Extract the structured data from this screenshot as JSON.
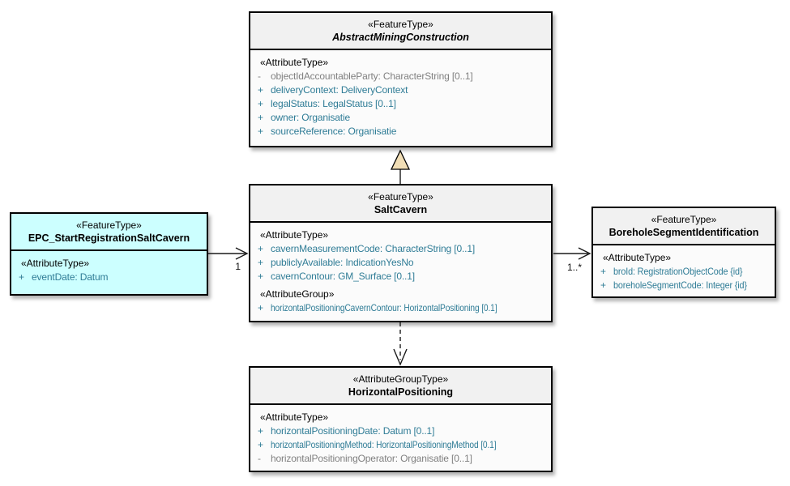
{
  "diagram": {
    "classes": [
      {
        "stereotype": "«FeatureType»",
        "name": "AbstractMiningConstruction",
        "attr_header": "«AttributeType»",
        "rows": [
          {
            "vis": "-",
            "text": "objectIdAccountableParty: CharacterString [0..1]"
          },
          {
            "vis": "+",
            "text": "deliveryContext: DeliveryContext"
          },
          {
            "vis": "+",
            "text": "legalStatus: LegalStatus [0..1]"
          },
          {
            "vis": "+",
            "text": "owner: Organisatie"
          },
          {
            "vis": "+",
            "text": "sourceReference: Organisatie"
          }
        ]
      },
      {
        "stereotype": "«FeatureType»",
        "name": "SaltCavern",
        "attr_header": "«AttributeType»",
        "rows": [
          {
            "vis": "+",
            "text": "cavernMeasurementCode: CharacterString [0..1]"
          },
          {
            "vis": "+",
            "text": "publiclyAvailable: IndicationYesNo"
          },
          {
            "vis": "+",
            "text": "cavernContour: GM_Surface [0..1]"
          }
        ],
        "group_header": "«AttributeGroup»",
        "group_rows": [
          {
            "vis": "+",
            "text": "horizontalPositioningCavernContour: HorizontalPositioning [0.1]"
          }
        ]
      },
      {
        "stereotype": "«FeatureType»",
        "name": "EPC_StartRegistrationSaltCavern",
        "attr_header": "«AttributeType»",
        "rows": [
          {
            "vis": "+",
            "text": "eventDate: Datum"
          }
        ]
      },
      {
        "stereotype": "«FeatureType»",
        "name": "BoreholeSegmentIdentification",
        "attr_header": "«AttributeType»",
        "rows": [
          {
            "vis": "+",
            "text": "broId: RegistrationObjectCode {id}"
          },
          {
            "vis": "+",
            "text": "boreholeSegmentCode: Integer {id}"
          }
        ]
      },
      {
        "stereotype": "«AttributeGroupType»",
        "name": "HorizontalPositioning",
        "attr_header": "«AttributeType»",
        "rows": [
          {
            "vis": "+",
            "text": "horizontalPositioningDate: Datum [0..1]"
          },
          {
            "vis": "+",
            "text": "horizontalPositioningMethod: HorizontalPositioningMethod [0.1]"
          },
          {
            "vis": "-",
            "text": "horizontalPositioningOperator: Organisatie [0..1]"
          }
        ]
      }
    ],
    "connectors": {
      "left_multiplicity": "1",
      "right_multiplicity": "1..*"
    },
    "colors": {
      "attribute_text": "#2F7C96",
      "muted_text": "#808080",
      "header_fill": "#F1F1F1",
      "body_fill": "#FBFBFB",
      "highlight_fill": "#CCFFFF",
      "generalization_arrow_fill": "#F1DEB6"
    }
  }
}
